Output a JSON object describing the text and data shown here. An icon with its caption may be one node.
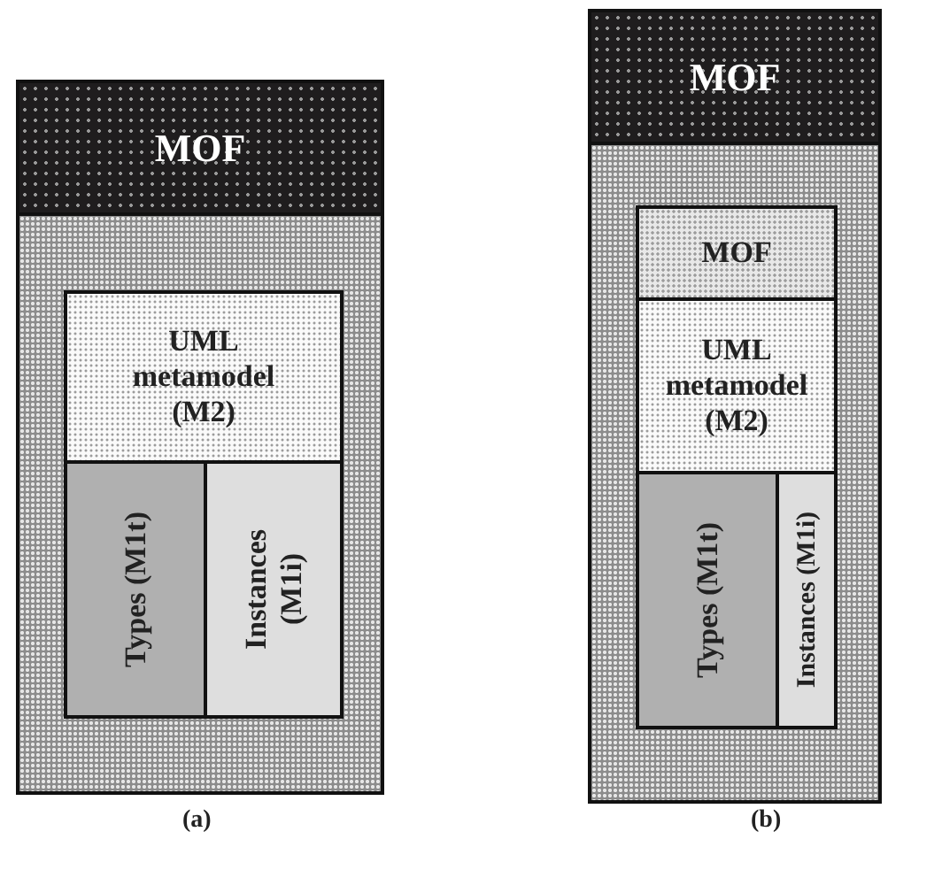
{
  "diagram": {
    "nodes": [
      {
        "text": [
          "MOF"
        ]
      },
      {
        "text": [],
        "shape": "box"
      },
      {
        "text": [
          "UML metamodel (M2)"
        ],
        "in": 1
      },
      {
        "text": [
          "Types (M1t)"
        ],
        "in": 1
      },
      {
        "text": [
          "Instances (M1i)"
        ],
        "in": 1
      },
      {
        "text": [
          "MOF"
        ]
      },
      {
        "text": [],
        "shape": "box"
      },
      {
        "text": [
          "MOF"
        ],
        "in": 6
      },
      {
        "text": [
          "UML metamodel (M2)"
        ],
        "in": 6
      },
      {
        "text": [
          "Types (M1t)"
        ],
        "in": 6
      },
      {
        "text": [
          "Instances (M1i)"
        ],
        "in": 6
      }
    ],
    "edges": [],
    "labels": [
      "(a)",
      "(b)"
    ]
  }
}
